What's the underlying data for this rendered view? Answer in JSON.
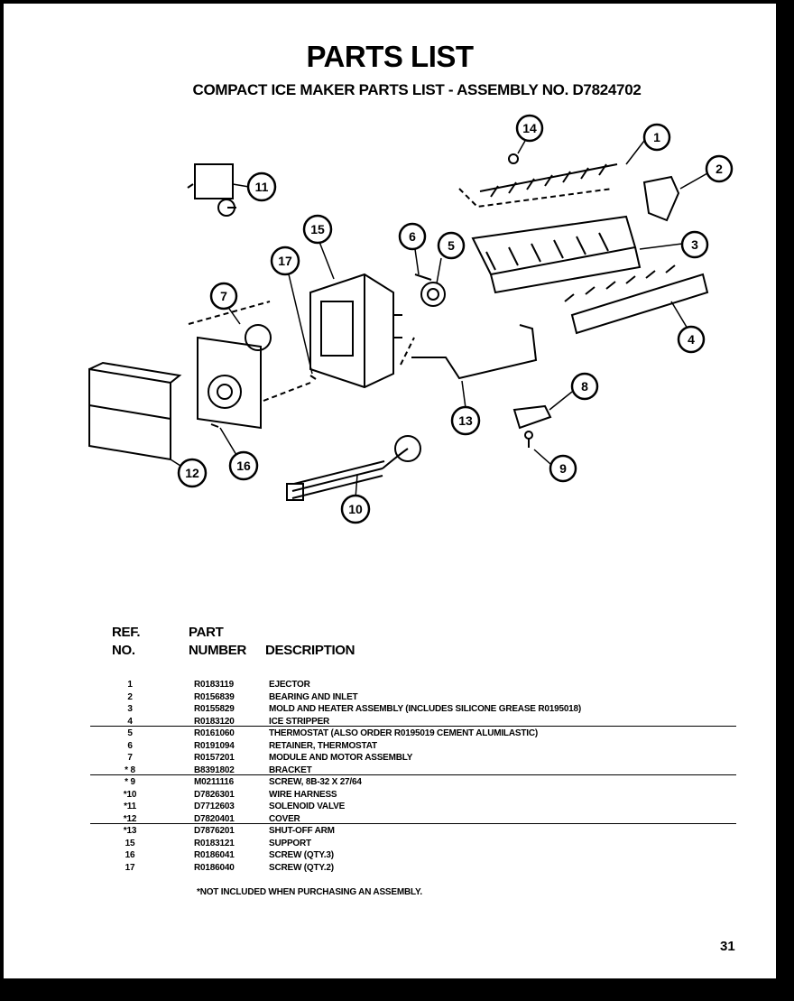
{
  "page": {
    "title": "PARTS LIST",
    "subtitle": "COMPACT ICE MAKER PARTS LIST - ASSEMBLY NO. D7824702",
    "page_number": "31",
    "footnote": "*NOT INCLUDED WHEN PURCHASING AN ASSEMBLY."
  },
  "diagram": {
    "callouts": [
      "1",
      "2",
      "3",
      "4",
      "5",
      "6",
      "7",
      "8",
      "9",
      "10",
      "11",
      "12",
      "13",
      "14",
      "15",
      "16",
      "17"
    ]
  },
  "table": {
    "headers": {
      "ref_line1": "REF.",
      "ref_line2": "NO.",
      "part_line1": "PART",
      "part_line2": "NUMBER",
      "description": "DESCRIPTION"
    },
    "rows": [
      {
        "ref": "1",
        "part": "R0183119",
        "desc": "EJECTOR"
      },
      {
        "ref": "2",
        "part": "R0156839",
        "desc": "BEARING AND INLET"
      },
      {
        "ref": "3",
        "part": "R0155829",
        "desc": "MOLD AND HEATER ASSEMBLY (INCLUDES SILICONE GREASE R0195018)"
      },
      {
        "ref": "4",
        "part": "R0183120",
        "desc": "ICE STRIPPER"
      },
      {
        "ref": "5",
        "part": "R0161060",
        "desc": "THERMOSTAT (ALSO ORDER R0195019 CEMENT ALUMILASTIC)"
      },
      {
        "ref": "6",
        "part": "R0191094",
        "desc": "RETAINER, THERMOSTAT"
      },
      {
        "ref": "7",
        "part": "R0157201",
        "desc": "MODULE AND MOTOR ASSEMBLY"
      },
      {
        "ref": "* 8",
        "part": "B8391802",
        "desc": "BRACKET"
      },
      {
        "ref": "* 9",
        "part": "M0211116",
        "desc": "SCREW, 8B-32 X 27/64"
      },
      {
        "ref": "*10",
        "part": "D7826301",
        "desc": "WIRE HARNESS"
      },
      {
        "ref": "*11",
        "part": "D7712603",
        "desc": "SOLENOID VALVE"
      },
      {
        "ref": "*12",
        "part": "D7820401",
        "desc": "COVER"
      },
      {
        "ref": "*13",
        "part": "D7876201",
        "desc": "SHUT-OFF ARM"
      },
      {
        "ref": "15",
        "part": "R0183121",
        "desc": "SUPPORT"
      },
      {
        "ref": "16",
        "part": "R0186041",
        "desc": "SCREW (QTY.3)"
      },
      {
        "ref": "17",
        "part": "R0186040",
        "desc": "SCREW (QTY.2)"
      }
    ]
  }
}
